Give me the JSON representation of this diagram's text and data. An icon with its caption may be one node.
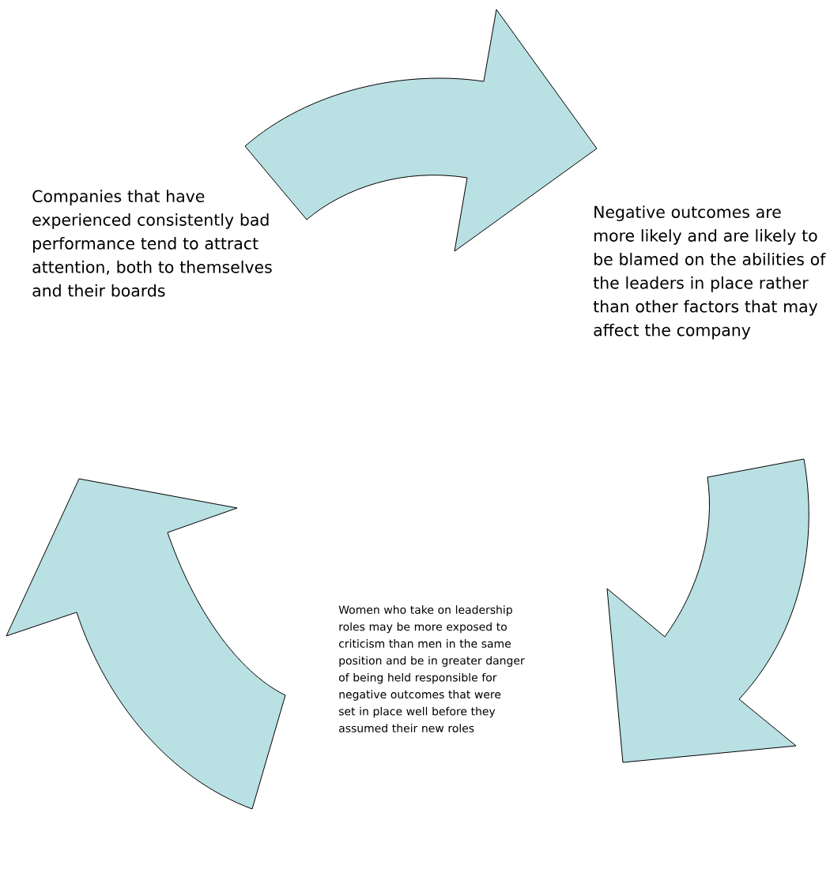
{
  "diagram": {
    "nodes": [
      {
        "text": [
          "Companies that have experienced consistently bad performance tend to attract attention, both to themselves and their boards"
        ]
      },
      {
        "text": [
          "Negative outcomes are more likely and are likely to be blamed on the abilities of the leaders in place rather than other factors that may affect the company"
        ]
      },
      {
        "text": [
          "Women who take on leadership roles may be more exposed to criticism than men in the same position and be in greater danger of being held responsible for negative outcomes that were set in place well before they assumed their new roles"
        ]
      }
    ],
    "edges": [
      {
        "from": 0,
        "to": 1,
        "arrow": "to"
      },
      {
        "from": 1,
        "to": 2,
        "arrow": "to"
      },
      {
        "from": 2,
        "to": 0,
        "arrow": "to"
      }
    ]
  }
}
